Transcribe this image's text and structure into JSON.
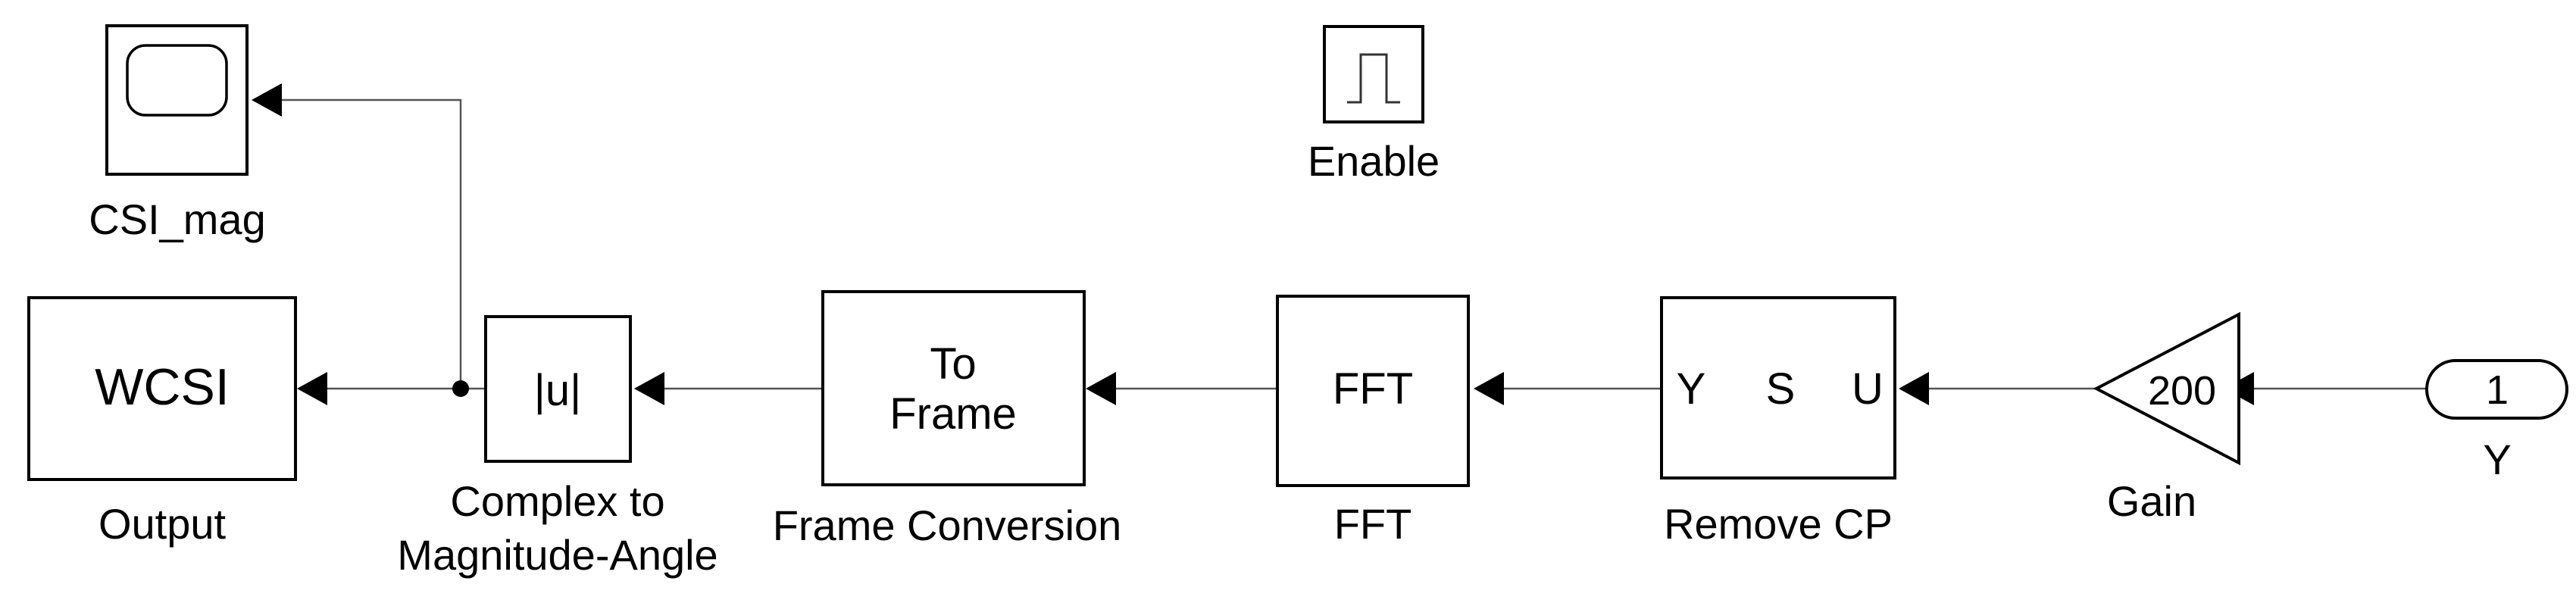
{
  "blocks": {
    "scope": {
      "label": "CSI_mag"
    },
    "enable": {
      "label": "Enable"
    },
    "output": {
      "inner": "WCSI",
      "label": "Output"
    },
    "abs": {
      "inner": "|u|",
      "label_line1": "Complex to",
      "label_line2": "Magnitude-Angle"
    },
    "to_frame": {
      "inner_line1": "To",
      "inner_line2": "Frame",
      "label": "Frame Conversion"
    },
    "fft": {
      "inner": "FFT",
      "label": "FFT"
    },
    "remove_cp": {
      "port_y": "Y",
      "port_s": "S",
      "port_u": "U",
      "label": "Remove CP"
    },
    "gain": {
      "inner": "200",
      "label": "Gain"
    },
    "inport": {
      "inner": "1",
      "label": "Y"
    }
  },
  "colors": {
    "block_stroke": "#000000",
    "wire": "#555555",
    "background": "#ffffff"
  }
}
